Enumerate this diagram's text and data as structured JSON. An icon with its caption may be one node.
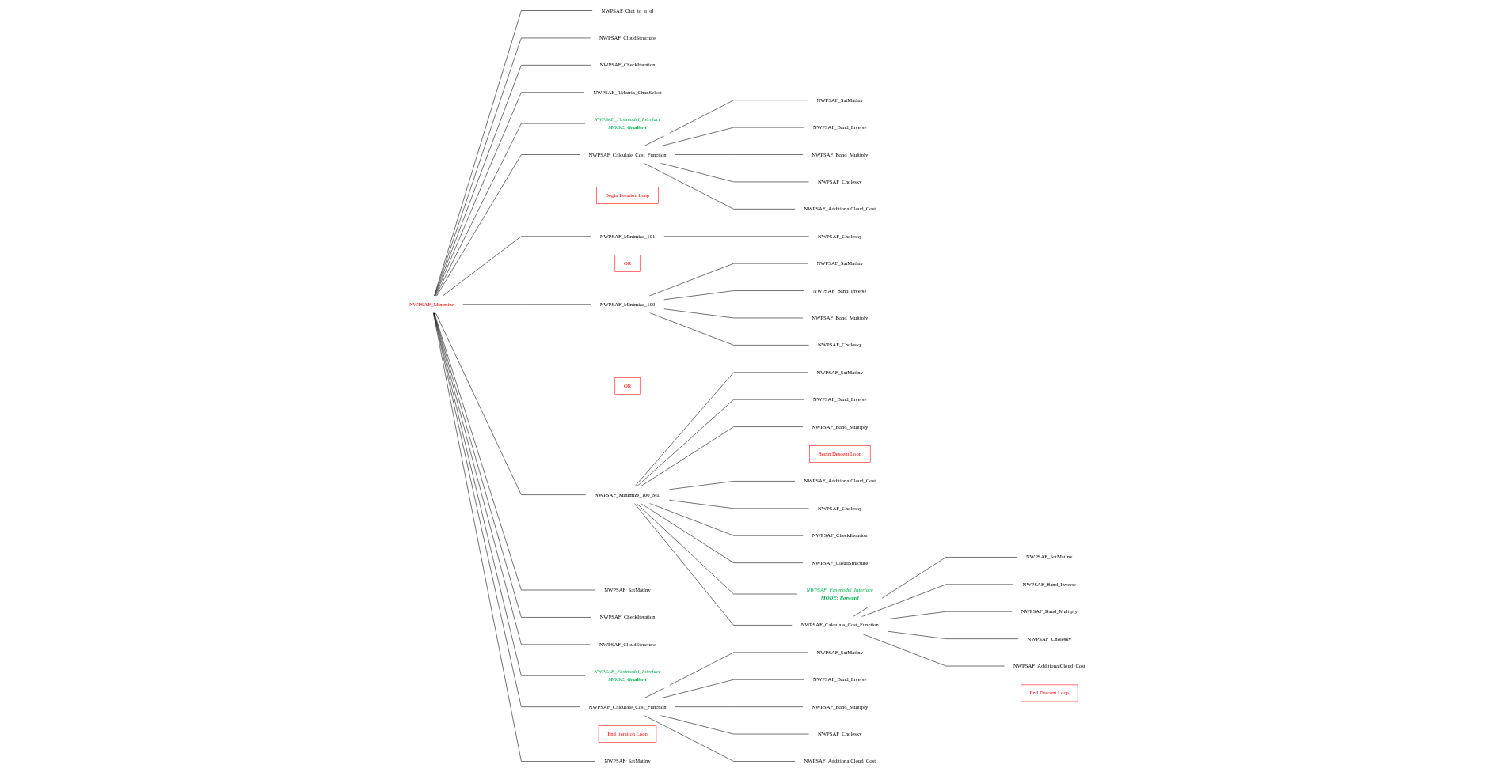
{
  "diagram": {
    "nodes": [
      {
        "text": [
          "NWPSAF_Minimize"
        ]
      },
      {
        "text": [
          "NWPSAF_Qtot_to_q_ql"
        ]
      },
      {
        "text": [
          "NWPSAF_CloudStructure"
        ]
      },
      {
        "text": [
          "NWPSAF_CheckIteration"
        ]
      },
      {
        "text": [
          "NWPSAF_RMatrix_ChanSelect"
        ]
      },
      {
        "text": [
          "NWPSAF_Fastmodel_Interface",
          "MODE: Gradient"
        ]
      },
      {
        "text": [
          "NWPSAF_Calculate_Cost_Function"
        ]
      },
      {
        "text": [
          "NWPSAF_SatMatInv"
        ]
      },
      {
        "text": [
          "NWPSAF_Band_Inverse"
        ]
      },
      {
        "text": [
          "NWPSAF_Band_Multiply"
        ]
      },
      {
        "text": [
          "NWPSAF_Cholesky"
        ]
      },
      {
        "text": [
          "NWPSAF_AdditionalCloud_Cost"
        ]
      },
      {
        "text": [
          "Begin Iteration Loop"
        ]
      },
      {
        "text": [
          "NWPSAF_Minimize_101"
        ]
      },
      {
        "text": [
          "NWPSAF_Cholesky"
        ]
      },
      {
        "text": [
          "OR"
        ]
      },
      {
        "text": [
          "NWPSAF_Minimize_100"
        ]
      },
      {
        "text": [
          "NWPSAF_SatMatInv"
        ]
      },
      {
        "text": [
          "NWPSAF_Band_Inverse"
        ]
      },
      {
        "text": [
          "NWPSAF_Band_Multiply"
        ]
      },
      {
        "text": [
          "NWPSAF_Cholesky"
        ]
      },
      {
        "text": [
          "OR"
        ]
      },
      {
        "text": [
          "NWPSAF_Minimize_100_ML"
        ]
      },
      {
        "text": [
          "NWPSAF_SatMatInv"
        ]
      },
      {
        "text": [
          "NWPSAF_Band_Inverse"
        ]
      },
      {
        "text": [
          "NWPSAF_Band_Multiply"
        ]
      },
      {
        "text": [
          "Begin Descent Loop"
        ]
      },
      {
        "text": [
          "NWPSAF_AdditionalCloud_Cost"
        ]
      },
      {
        "text": [
          "NWPSAF_Cholesky"
        ]
      },
      {
        "text": [
          "NWPSAF_CheckIteration"
        ]
      },
      {
        "text": [
          "NWPSAF_CloudStructure"
        ]
      },
      {
        "text": [
          "NWPSAF_Fastmodel_Interface",
          "MODE: Forward"
        ]
      },
      {
        "text": [
          "NWPSAF_Calculate_Cost_Function"
        ]
      },
      {
        "text": [
          "End Descent Loop"
        ]
      },
      {
        "text": [
          "NWPSAF_SatMatInv"
        ]
      },
      {
        "text": [
          "NWPSAF_Band_Inverse"
        ]
      },
      {
        "text": [
          "NWPSAF_Band_Multiply"
        ]
      },
      {
        "text": [
          "NWPSAF_Cholesky"
        ]
      },
      {
        "text": [
          "NWPSAF_AdditionalCloud_Cost"
        ]
      },
      {
        "text": [
          "NWPSAF_SatMatInv"
        ]
      },
      {
        "text": [
          "NWPSAF_CheckIteration"
        ]
      },
      {
        "text": [
          "NWPSAF_CloudStructure"
        ]
      },
      {
        "text": [
          "NWPSAF_Fastmodel_Interface",
          "MODE: Gradient"
        ]
      },
      {
        "text": [
          "NWPSAF_Calculate_Cost_Function"
        ]
      },
      {
        "text": [
          "NWPSAF_SatMatInv"
        ]
      },
      {
        "text": [
          "NWPSAF_Band_Inverse"
        ]
      },
      {
        "text": [
          "NWPSAF_Band_Multiply"
        ]
      },
      {
        "text": [
          "NWPSAF_Cholesky"
        ]
      },
      {
        "text": [
          "NWPSAF_AdditionalCloud_Cost"
        ]
      },
      {
        "text": [
          "End Iteration Loop"
        ]
      },
      {
        "text": [
          "NWPSAF_SatMatInv"
        ]
      }
    ],
    "edges": [
      {
        "from": 0,
        "to": 1,
        "arrow": "none"
      },
      {
        "from": 0,
        "to": 2,
        "arrow": "none"
      },
      {
        "from": 0,
        "to": 3,
        "arrow": "none"
      },
      {
        "from": 0,
        "to": 4,
        "arrow": "none"
      },
      {
        "from": 0,
        "to": 5,
        "arrow": "none"
      },
      {
        "from": 0,
        "to": 6,
        "arrow": "none"
      },
      {
        "from": 6,
        "to": 7,
        "arrow": "none"
      },
      {
        "from": 6,
        "to": 8,
        "arrow": "none"
      },
      {
        "from": 6,
        "to": 9,
        "arrow": "none"
      },
      {
        "from": 6,
        "to": 10,
        "arrow": "none"
      },
      {
        "from": 6,
        "to": 11,
        "arrow": "none"
      },
      {
        "from": 0,
        "to": 13,
        "arrow": "none"
      },
      {
        "from": 13,
        "to": 14,
        "arrow": "none"
      },
      {
        "from": 0,
        "to": 16,
        "arrow": "none"
      },
      {
        "from": 16,
        "to": 17,
        "arrow": "none"
      },
      {
        "from": 16,
        "to": 18,
        "arrow": "none"
      },
      {
        "from": 16,
        "to": 19,
        "arrow": "none"
      },
      {
        "from": 16,
        "to": 20,
        "arrow": "none"
      },
      {
        "from": 0,
        "to": 22,
        "arrow": "none"
      },
      {
        "from": 22,
        "to": 23,
        "arrow": "none"
      },
      {
        "from": 22,
        "to": 24,
        "arrow": "none"
      },
      {
        "from": 22,
        "to": 25,
        "arrow": "none"
      },
      {
        "from": 22,
        "to": 27,
        "arrow": "none"
      },
      {
        "from": 22,
        "to": 28,
        "arrow": "none"
      },
      {
        "from": 22,
        "to": 29,
        "arrow": "none"
      },
      {
        "from": 22,
        "to": 30,
        "arrow": "none"
      },
      {
        "from": 22,
        "to": 31,
        "arrow": "none"
      },
      {
        "from": 22,
        "to": 32,
        "arrow": "none"
      },
      {
        "from": 32,
        "to": 34,
        "arrow": "none"
      },
      {
        "from": 32,
        "to": 35,
        "arrow": "none"
      },
      {
        "from": 32,
        "to": 36,
        "arrow": "none"
      },
      {
        "from": 32,
        "to": 37,
        "arrow": "none"
      },
      {
        "from": 32,
        "to": 38,
        "arrow": "none"
      },
      {
        "from": 0,
        "to": 39,
        "arrow": "none"
      },
      {
        "from": 0,
        "to": 40,
        "arrow": "none"
      },
      {
        "from": 0,
        "to": 41,
        "arrow": "none"
      },
      {
        "from": 0,
        "to": 42,
        "arrow": "none"
      },
      {
        "from": 0,
        "to": 43,
        "arrow": "none"
      },
      {
        "from": 43,
        "to": 44,
        "arrow": "none"
      },
      {
        "from": 43,
        "to": 45,
        "arrow": "none"
      },
      {
        "from": 43,
        "to": 46,
        "arrow": "none"
      },
      {
        "from": 43,
        "to": 47,
        "arrow": "none"
      },
      {
        "from": 43,
        "to": 48,
        "arrow": "none"
      },
      {
        "from": 0,
        "to": 50,
        "arrow": "none"
      }
    ]
  }
}
